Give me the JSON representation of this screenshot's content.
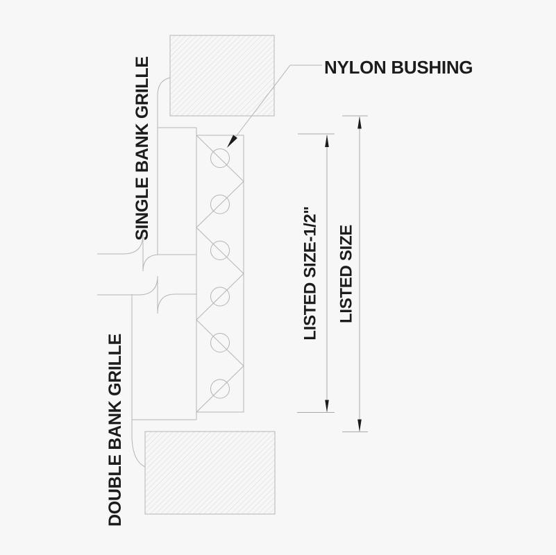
{
  "diagram": {
    "labels": {
      "single_bank_grille": "SINGLE BANK GRILLE",
      "double_bank_grille": "DOUBLE BANK GRILLE",
      "nylon_bushing": "NYLON BUSHING"
    },
    "dimensions": {
      "inner_label": "LISTED SIZE-1/2\"",
      "outer_label": "LISTED SIZE"
    },
    "parts": {
      "bushing_count": 6,
      "wall_sections": 2
    },
    "colors": {
      "background": "#f7f7f7",
      "drawing_line": "#b4b4b4",
      "hatch_line": "#cfcfcf",
      "dimension_line": "#a9a9a9",
      "text_and_arrows": "#1c1c1c"
    }
  }
}
